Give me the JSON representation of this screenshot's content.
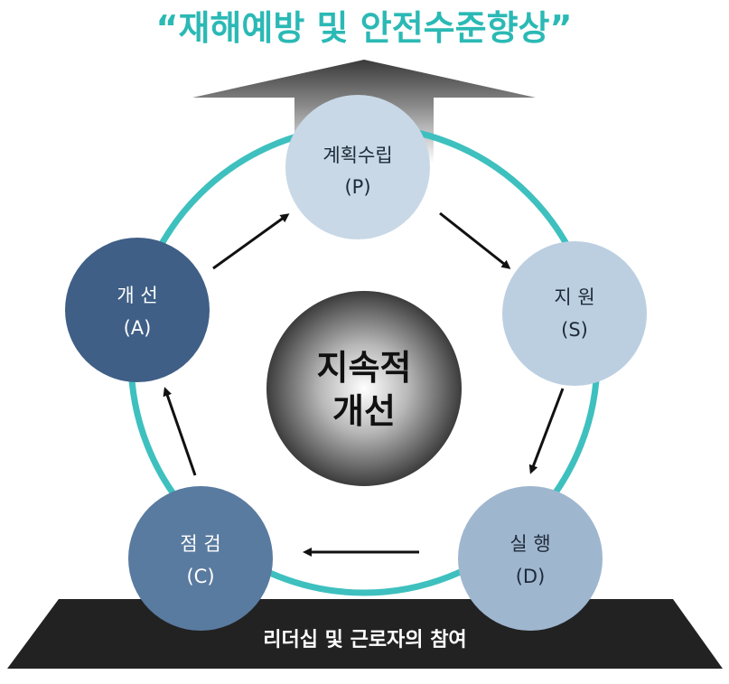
{
  "title": "“재해예방 및 안전수준향상”",
  "center": {
    "line1": "지속적",
    "line2": "개선"
  },
  "nodes": {
    "plan": {
      "name": "계획수립",
      "code": "(P)"
    },
    "support": {
      "name": "지 원",
      "code": "(S)"
    },
    "do": {
      "name": "실 행",
      "code": "(D)"
    },
    "check": {
      "name": "점 검",
      "code": "(C)"
    },
    "act": {
      "name": "개 선",
      "code": "(A)"
    }
  },
  "base": {
    "label": "리더십 및 근로자의 참여"
  },
  "colors": {
    "title": "#2bb9b5",
    "ring": "#3ec0bf",
    "plan": "#c8d8e6",
    "support": "#bccfe1",
    "do": "#9fb6cf",
    "check": "#5a7ba0",
    "act": "#3f5f86",
    "base": "#222222"
  }
}
